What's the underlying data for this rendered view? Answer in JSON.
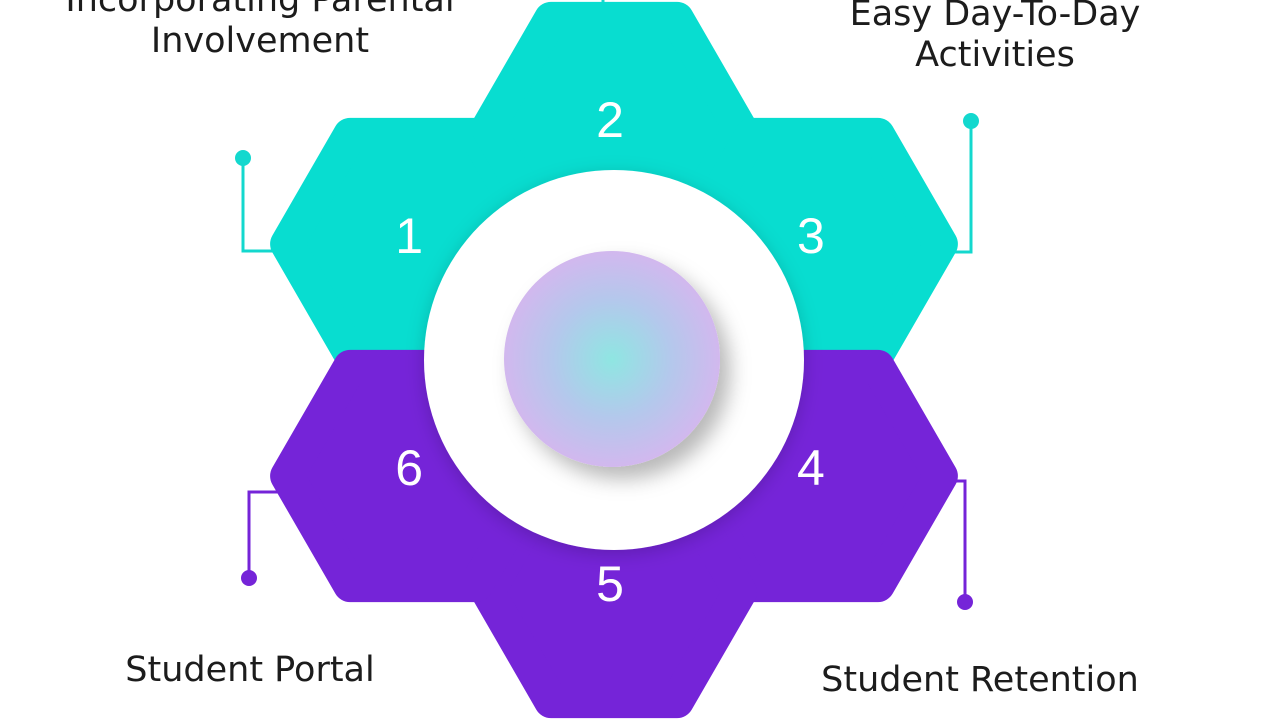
{
  "colors": {
    "teal": "#08DDD0",
    "purple": "#7524D8",
    "connector_teal": "#13D8CE",
    "connector_purple": "#7524D8",
    "text": "#1C1C1C",
    "ring": "#FFFFFF",
    "center_edge": "#C8B6EC",
    "center_core": "#8FE6E2"
  },
  "segments": [
    {
      "number": "1",
      "color": "teal",
      "label_lines": [
        "Incorporating Parental",
        "Involvement"
      ]
    },
    {
      "number": "2",
      "color": "teal",
      "label_lines": []
    },
    {
      "number": "3",
      "color": "teal",
      "label_lines": [
        "Easy Day-To-Day",
        "Activities"
      ]
    },
    {
      "number": "4",
      "color": "purple",
      "label_lines": [
        "Student Retention"
      ]
    },
    {
      "number": "5",
      "color": "purple",
      "label_lines": []
    },
    {
      "number": "6",
      "color": "purple",
      "label_lines": [
        "Student Portal"
      ]
    }
  ]
}
